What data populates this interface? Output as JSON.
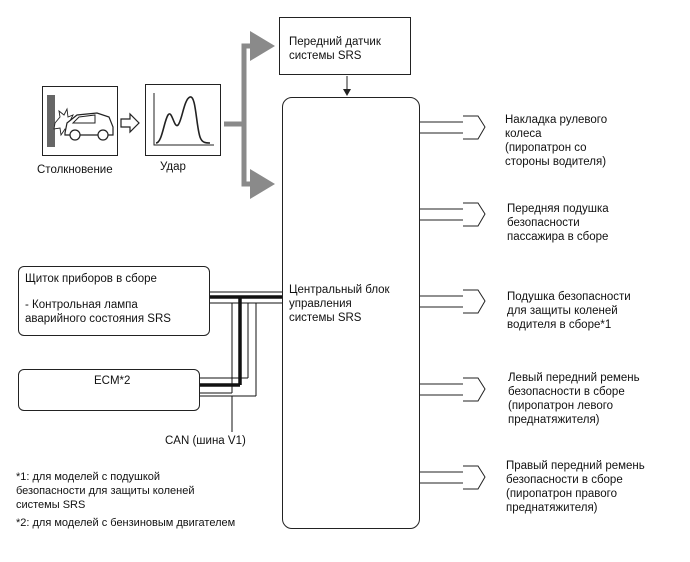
{
  "sensor": {
    "collision_label": "Столкновение",
    "impact_label": "Удар"
  },
  "front_sensor": {
    "label": "Передний датчик\nсистемы SRS"
  },
  "center_unit": {
    "label": "Центральный блок\nуправления\nсистемы SRS"
  },
  "outputs": [
    {
      "label": "Накладка рулевого\nколеса\n(пиропатрон со\nстороны водителя)"
    },
    {
      "label": "Передняя подушка\nбезопасности\nпассажира в сборе"
    },
    {
      "label": "Подушка безопасности\nдля защиты коленей\nводителя в сборе*1"
    },
    {
      "label": "Левый передний ремень\nбезопасности в сборе\n(пиропатрон левого\nпреднатяжителя)"
    },
    {
      "label": "Правый передний ремень\nбезопасности в сборе\n(пиропатрон правого\nпреднатяжителя)"
    }
  ],
  "combination_meter": {
    "title": "Щиток приборов в сборе",
    "item": "- Контрольная лампа\nаварийного состояния SRS"
  },
  "ecm": {
    "label": "ECM*2"
  },
  "can_bus": {
    "label": "CAN (шина V1)"
  },
  "footnotes": {
    "note1": "*1: для моделей с подушкой\nбезопасности для защиты коленей\nсистемы SRS",
    "note2": "*2: для моделей с бензиновым двигателем"
  },
  "colors": {
    "line": "#222222",
    "thick_arrow": "#8a8a8a"
  }
}
